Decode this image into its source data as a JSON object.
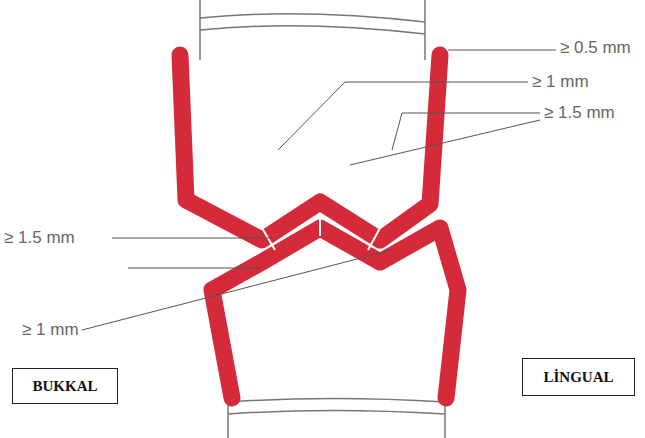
{
  "diagram": {
    "nodes": [
      {
        "text": [
          "BUKKAL"
        ]
      },
      {
        "text": [
          "LİNGUAL"
        ]
      }
    ],
    "labels": [
      "≥ 0.5 mm",
      "≥ 1 mm",
      "≥ 1.5 mm",
      "≥ 1.5 mm",
      "≥ 1 mm"
    ]
  }
}
